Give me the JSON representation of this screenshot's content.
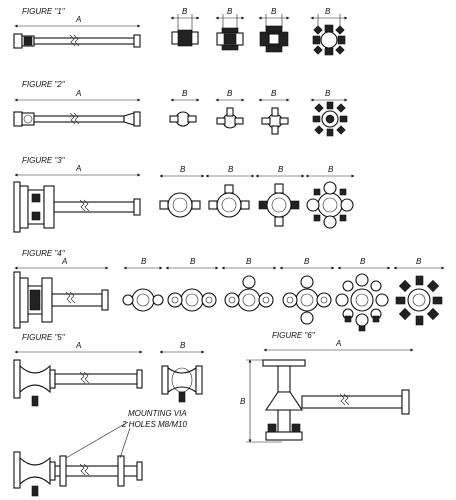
{
  "figures": {
    "f1": "FIGURE \"1\"",
    "f2": "FIGURE \"2\"",
    "f3": "FIGURE \"3\"",
    "f4": "FIGURE \"4\"",
    "f5": "FIGURE \"5\"",
    "f6": "FIGURE \"6\""
  },
  "dims": {
    "a": "A",
    "b": "B"
  },
  "note": {
    "line1": "MOUNTING VIA",
    "line2": "2 HOLES M8/M10"
  },
  "colors": {
    "line": "#111111",
    "fill": "#ffffff",
    "dark": "#222222"
  }
}
